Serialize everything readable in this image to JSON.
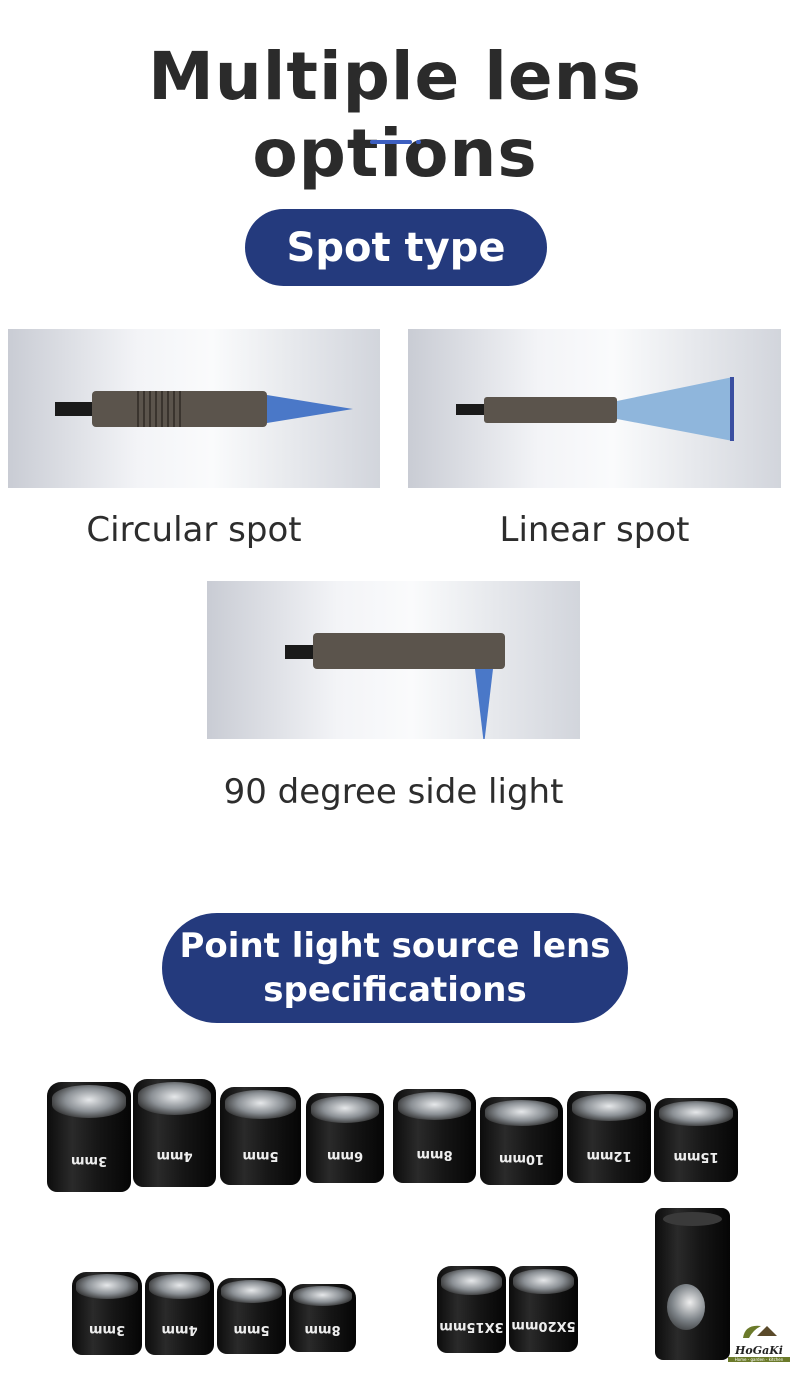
{
  "title": "Multiple lens options",
  "accent": "#243a7d",
  "section1": {
    "label": "Spot type",
    "items": [
      {
        "caption": "Circular spot"
      },
      {
        "caption": "Linear spot"
      },
      {
        "caption": "90 degree side light"
      }
    ]
  },
  "section2": {
    "label_line1": "Point light source lens",
    "label_line2": "specifications"
  },
  "lenses_row1": [
    "3mm",
    "4mm",
    "5mm",
    "6mm",
    "8mm",
    "10mm",
    "12mm",
    "15mm"
  ],
  "lenses_row2": [
    "3mm",
    "4mm",
    "5mm",
    "8mm",
    "3X15mm",
    "5X20mm"
  ],
  "logo": {
    "name": "HoGaKi",
    "tagline": "Home - garden - kitchen"
  }
}
